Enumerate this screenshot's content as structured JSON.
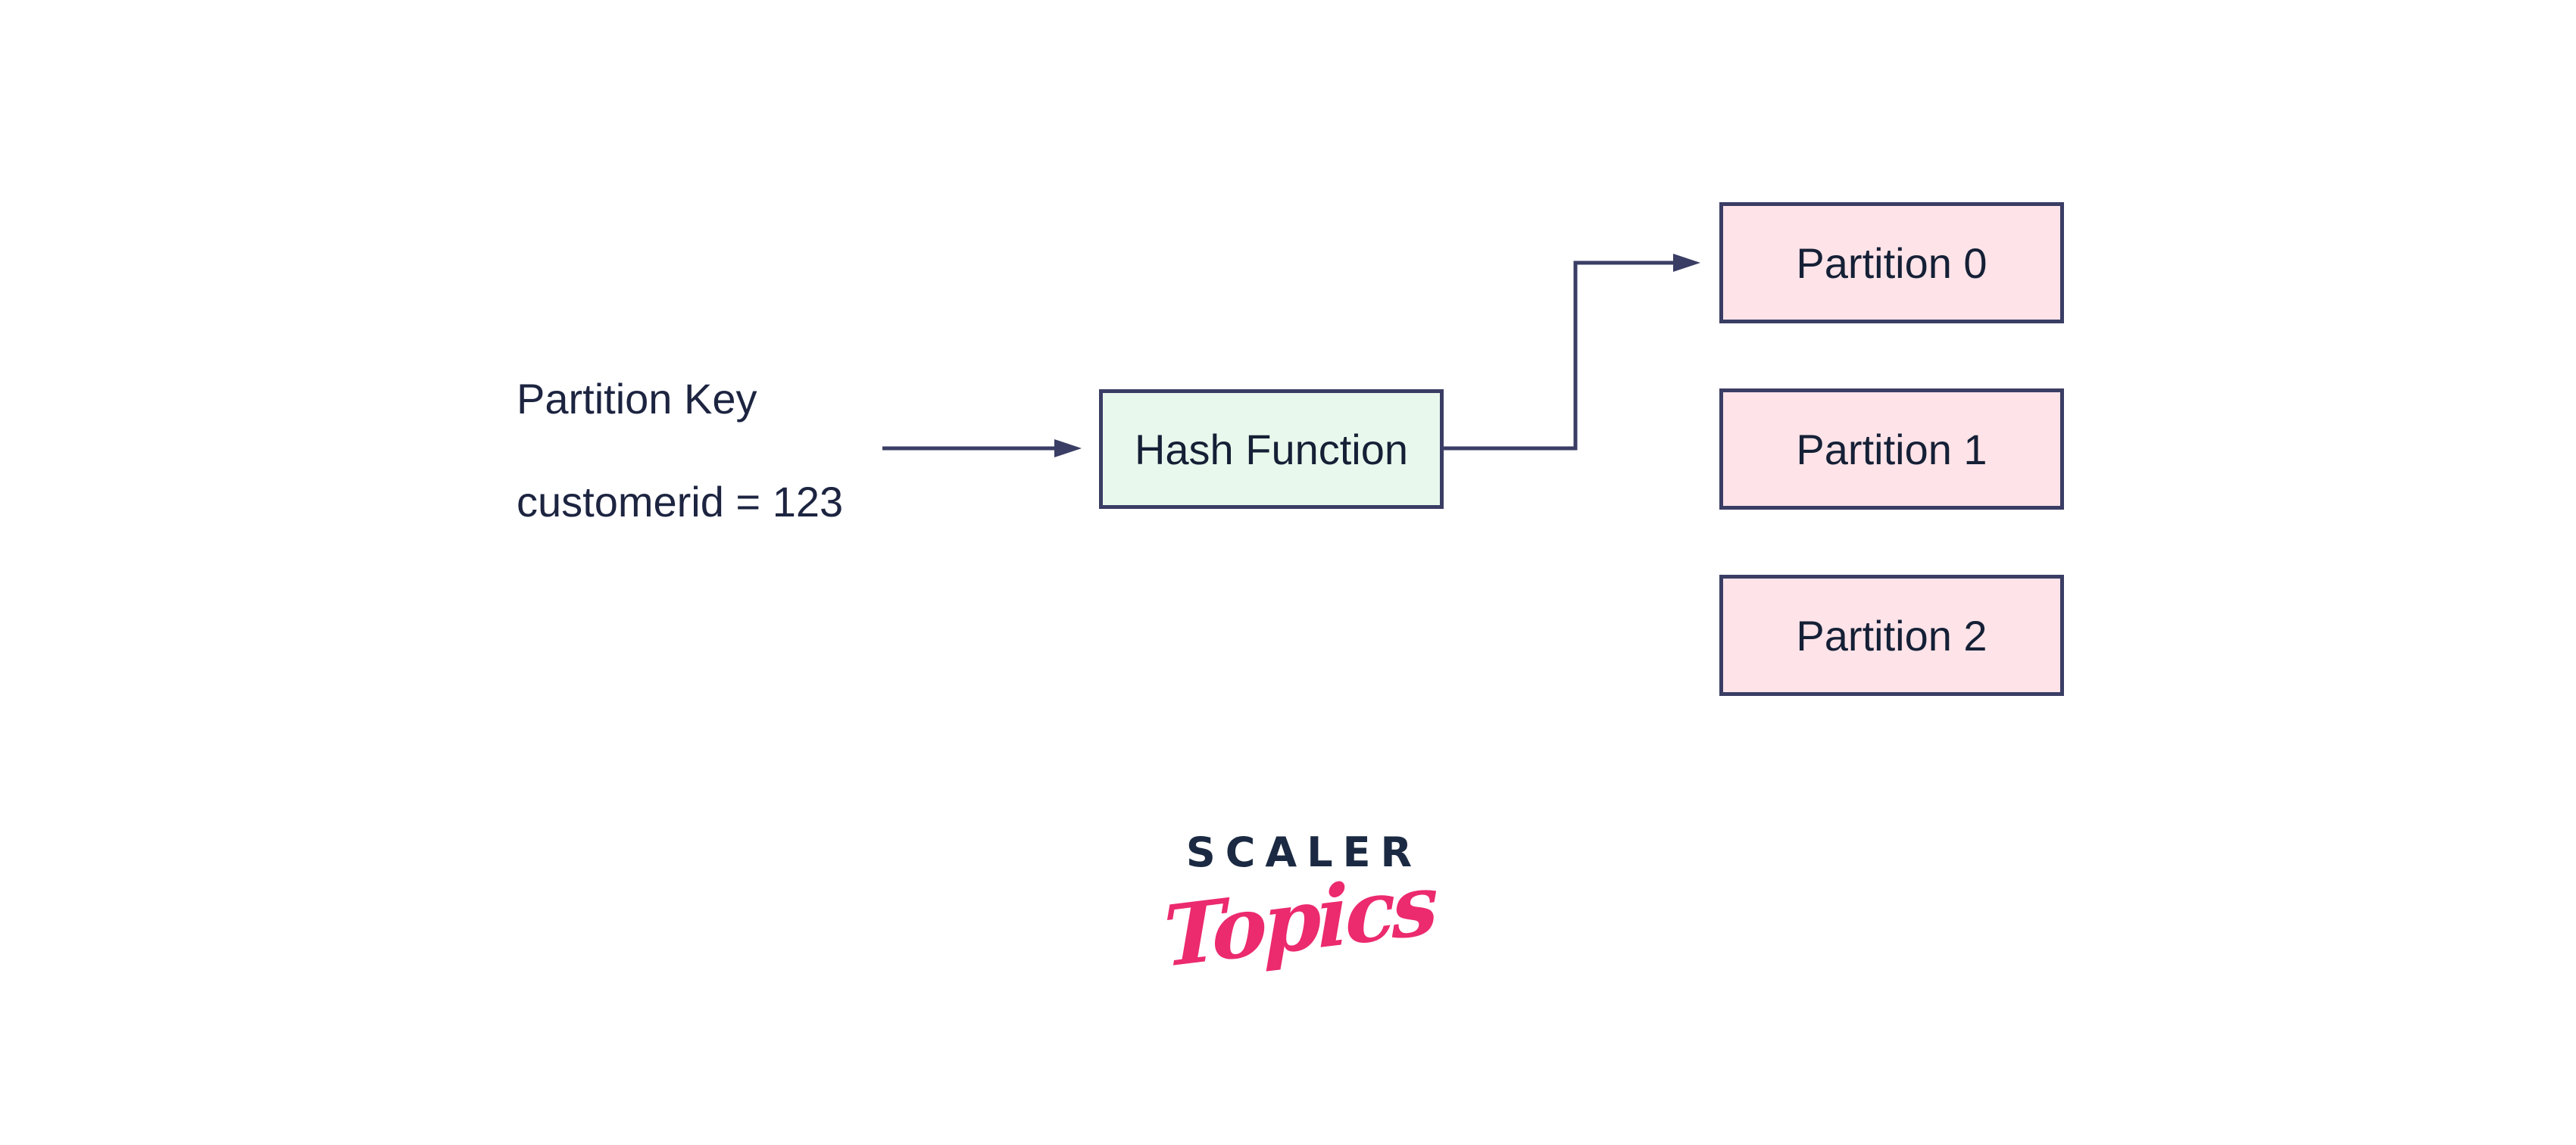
{
  "colors": {
    "background": "#ffffff",
    "line-navy": "#3a3d64",
    "text-navy": "#1c2440",
    "box-text-navy": "#152036",
    "green-fill": "#e9f8ec",
    "pink-fill": "#fee3e8",
    "logo-navy": "#1b2a42",
    "logo-pink": "#ec2a6e"
  },
  "diagram": {
    "input": {
      "line1": "Partition Key",
      "line2": "customerid = 123"
    },
    "hash": {
      "label": "Hash Function"
    },
    "partitions": [
      {
        "label": "Partition 0"
      },
      {
        "label": "Partition 1"
      },
      {
        "label": "Partition 2"
      }
    ]
  },
  "logo": {
    "brand": "SCALER",
    "series": "Topics"
  }
}
